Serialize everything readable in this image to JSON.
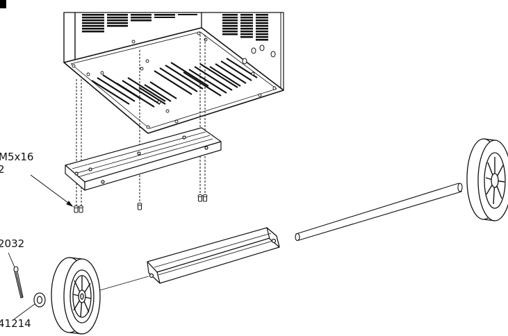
{
  "labels": {
    "screw_size": "M5x16",
    "screw_qty": "2",
    "pin_code": "2032",
    "washer_code": "41214"
  }
}
